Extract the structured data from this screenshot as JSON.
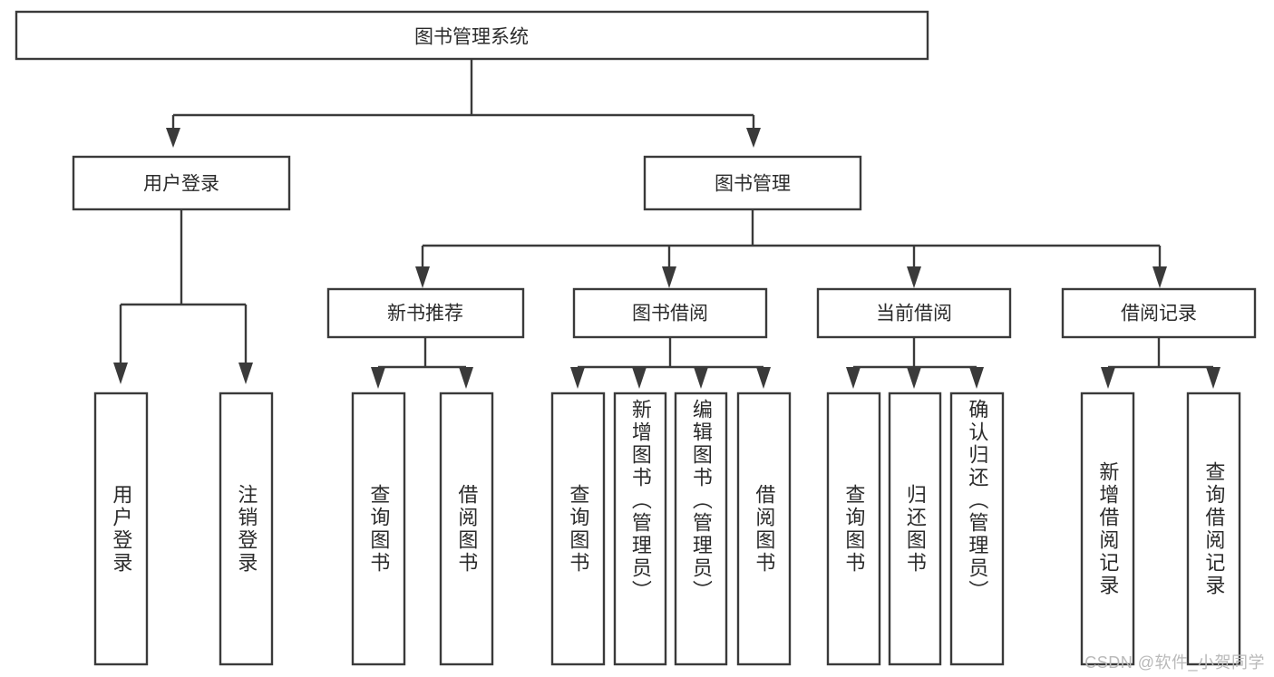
{
  "diagram": {
    "title_node": {
      "label": "图书管理系统"
    },
    "level1": [
      {
        "id": "user-login",
        "label": "用户登录"
      },
      {
        "id": "book-management",
        "label": "图书管理"
      }
    ],
    "level2": [
      {
        "id": "new-book-recommend",
        "label": "新书推荐",
        "parent": "book-management"
      },
      {
        "id": "book-borrow",
        "label": "图书借阅",
        "parent": "book-management"
      },
      {
        "id": "current-borrow",
        "label": "当前借阅",
        "parent": "book-management"
      },
      {
        "id": "borrow-record",
        "label": "借阅记录",
        "parent": "book-management"
      }
    ],
    "leaves": [
      {
        "id": "leaf-user-login",
        "label": "用户登录",
        "parent": "user-login",
        "align": "center"
      },
      {
        "id": "leaf-user-logout",
        "label": "注销登录",
        "parent": "user-login",
        "align": "center"
      },
      {
        "id": "leaf-query-book-1",
        "label": "查询图书",
        "parent": "new-book-recommend",
        "align": "center"
      },
      {
        "id": "leaf-borrow-book-1",
        "label": "借阅图书",
        "parent": "new-book-recommend",
        "align": "center"
      },
      {
        "id": "leaf-query-book-2",
        "label": "查询图书",
        "parent": "book-borrow",
        "align": "center"
      },
      {
        "id": "leaf-add-book",
        "label": "新增图书（管理员）",
        "parent": "book-borrow",
        "align": "top"
      },
      {
        "id": "leaf-edit-book",
        "label": "编辑图书（管理员）",
        "parent": "book-borrow",
        "align": "top"
      },
      {
        "id": "leaf-borrow-book-2",
        "label": "借阅图书",
        "parent": "book-borrow",
        "align": "center"
      },
      {
        "id": "leaf-query-book-3",
        "label": "查询图书",
        "parent": "current-borrow",
        "align": "center"
      },
      {
        "id": "leaf-return-book",
        "label": "归还图书",
        "parent": "current-borrow",
        "align": "center"
      },
      {
        "id": "leaf-confirm-return",
        "label": "确认归还（管理员）",
        "parent": "current-borrow",
        "align": "top"
      },
      {
        "id": "leaf-add-borrow-record",
        "label": "新增借阅记录",
        "parent": "borrow-record",
        "align": "center"
      },
      {
        "id": "leaf-query-borrow-record",
        "label": "查询借阅记录",
        "parent": "borrow-record",
        "align": "center"
      }
    ]
  },
  "watermark": {
    "text": "CSDN @软件_小贺同学"
  },
  "colors": {
    "box_stroke": "#3a3a3a",
    "text": "#2b2b2b",
    "background": "#ffffff",
    "watermark": "#b9b9b9"
  }
}
